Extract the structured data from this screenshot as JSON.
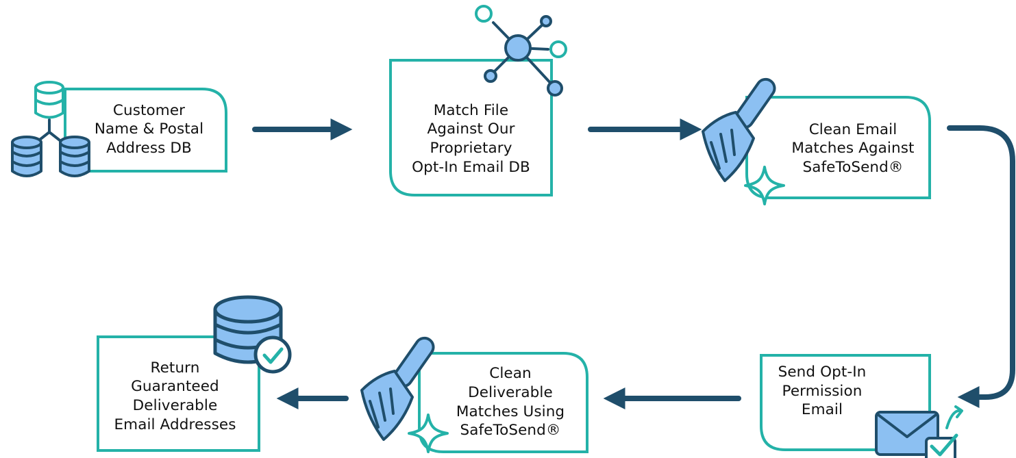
{
  "colors": {
    "teal": "#24b2a8",
    "navy": "#1f4e6b",
    "icon_fill": "#8cc0f2",
    "text": "#111111"
  },
  "steps": [
    {
      "id": "customer-db",
      "label": "Customer\nName & Postal\nAddress DB",
      "icon": "database-network-icon"
    },
    {
      "id": "match-file",
      "label": "Match File\nAgainst Our\nProprietary\nOpt-In Email DB",
      "icon": "network-hub-icon"
    },
    {
      "id": "clean-email",
      "label": "Clean Email\nMatches Against\nSafeToSend®",
      "icon": "broom-sparkle-icon"
    },
    {
      "id": "send-optin",
      "label": "Send Opt-In\nPermission\nEmail",
      "icon": "envelope-check-icon"
    },
    {
      "id": "clean-deliverable",
      "label": "Clean\nDeliverable\nMatches Using\nSafeToSend®",
      "icon": "broom-sparkle-icon"
    },
    {
      "id": "return-guaranteed",
      "label": "Return\nGuaranteed\nDeliverable\nEmail Addresses",
      "icon": "database-check-icon"
    }
  ]
}
